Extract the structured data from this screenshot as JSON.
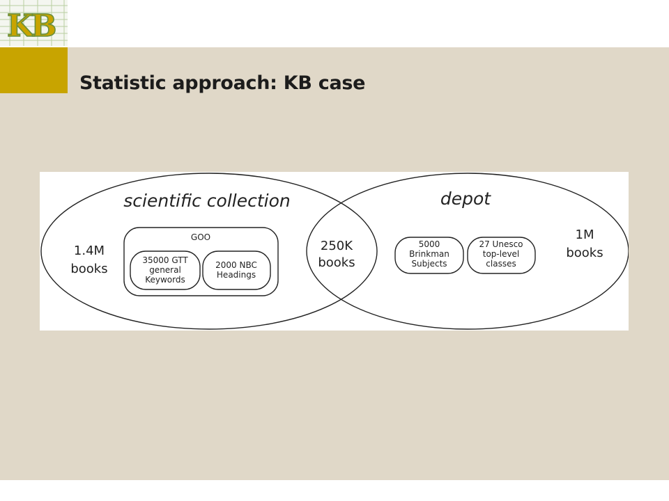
{
  "slide": {
    "title": "Statistic approach: KB case",
    "logo_text": "KB",
    "colors": {
      "background": "#e0d8c8",
      "gold_accent": "#c8a400",
      "logo_green": "#6a8f3c"
    }
  },
  "diagram": {
    "left_set": {
      "title": "scientific collection",
      "count_line1": "1.4M",
      "count_line2": "books",
      "group": {
        "label": "GOO",
        "items": [
          {
            "lines": [
              "35000 GTT",
              "general",
              "Keywords"
            ]
          },
          {
            "lines": [
              "2000 NBC",
              "Headings"
            ]
          }
        ]
      }
    },
    "intersection": {
      "line1": "250K",
      "line2": "books"
    },
    "right_set": {
      "title": "depot",
      "count_line1": "1M",
      "count_line2": "books",
      "items": [
        {
          "lines": [
            "5000",
            "Brinkman",
            "Subjects"
          ]
        },
        {
          "lines": [
            "27 Unesco",
            "top-level",
            "classes"
          ]
        }
      ]
    }
  }
}
